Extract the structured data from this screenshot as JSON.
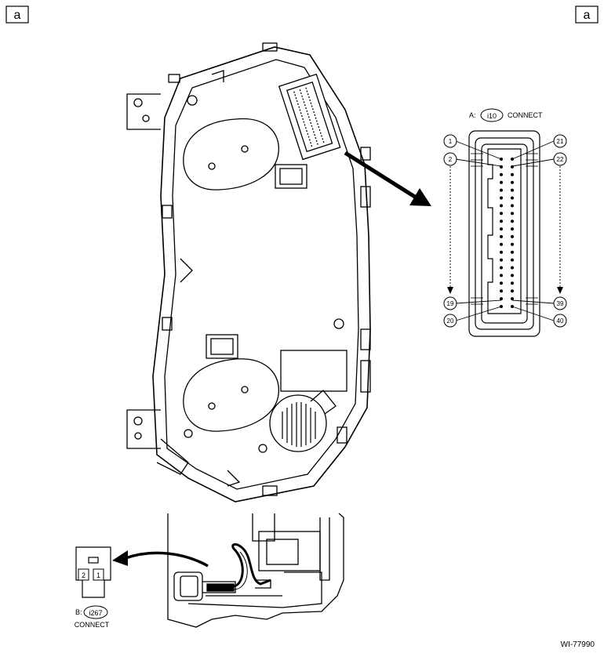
{
  "corner_labels": {
    "left": "a",
    "right": "a"
  },
  "connector_a": {
    "prefix": "A:",
    "code": "i10",
    "label": "CONNECT",
    "pins": [
      "1",
      "2",
      "19",
      "20",
      "21",
      "22",
      "39",
      "40"
    ]
  },
  "connector_b": {
    "prefix": "B:",
    "code": "i267",
    "label": "CONNECT",
    "terminals": [
      "2",
      "1"
    ]
  },
  "figure_code": "WI-77990"
}
